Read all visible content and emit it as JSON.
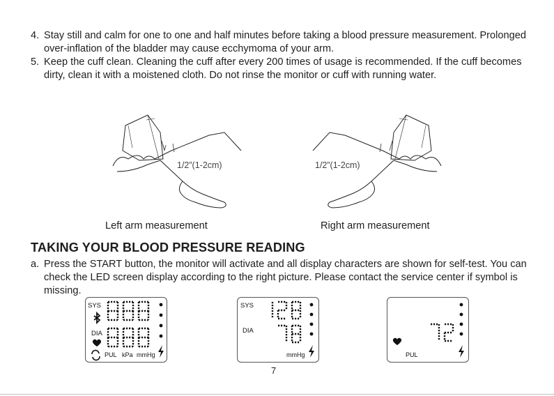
{
  "instructions_top": [
    {
      "num": "4.",
      "text": "Stay still and calm for one to one and half minutes before taking a blood pressure measurement. Prolonged over-inflation of the bladder may cause ecchymoma of your arm."
    },
    {
      "num": "5.",
      "text": "Keep the cuff clean. Cleaning the cuff after every 200 times of usage is recommended. If the cuff becomes dirty, clean it with a moistened cloth. Do not rinse the monitor or cuff with running water."
    }
  ],
  "figures": {
    "left_dimension": "1/2”(1-2cm)",
    "right_dimension": "1/2”(1-2cm)",
    "left_caption": "Left arm measurement",
    "right_caption": "Right arm measurement"
  },
  "section_heading": "TAKING YOUR BLOOD PRESSURE READING",
  "instructions_bottom": [
    {
      "num": "a.",
      "text": "Press the START button, the monitor will activate and all display characters are shown for self-test. You can check the LED screen display according to the right picture. Please contact the service center if symbol is missing."
    }
  ],
  "lcd_screens": [
    {
      "sys_label": "SYS",
      "dia_label": "DIA",
      "pul_label": "PUL",
      "unit_kpa": "kPa",
      "unit_mmhg": "mmHg",
      "sys_value": "888",
      "dia_value": "888",
      "icons": [
        "bluetooth-icon",
        "heart-icon",
        "cycle-icon",
        "power-icon"
      ]
    },
    {
      "sys_label": "SYS",
      "dia_label": "DIA",
      "unit_mmhg": "mmHg",
      "sys_value": "128",
      "dia_value": "78",
      "icons": [
        "power-icon"
      ]
    },
    {
      "pul_label": "PUL",
      "pul_value": "72",
      "icons": [
        "heart-icon",
        "power-icon"
      ]
    }
  ],
  "page_number": "7"
}
